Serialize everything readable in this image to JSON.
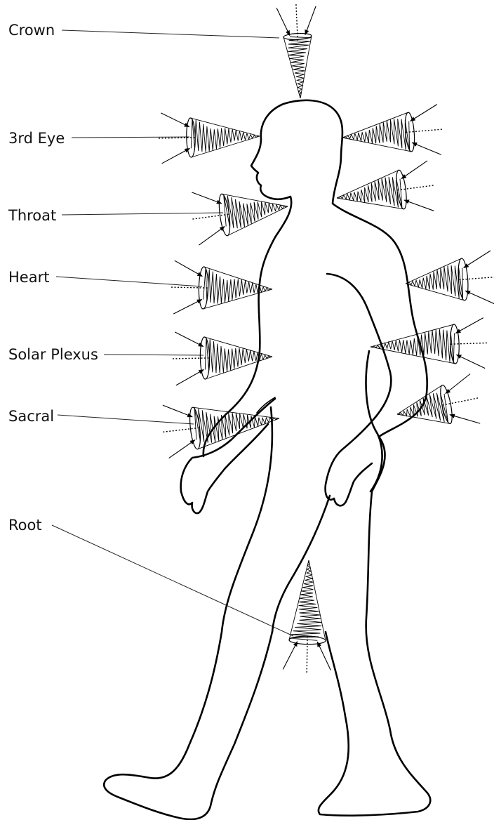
{
  "labels": {
    "crown": "Crown",
    "third_eye": "3rd Eye",
    "throat": "Throat",
    "heart": "Heart",
    "solar_plexus": "Solar Plexus",
    "sacral": "Sacral",
    "root": "Root"
  },
  "colors": {
    "ink": "#000000",
    "background": "#ffffff"
  }
}
